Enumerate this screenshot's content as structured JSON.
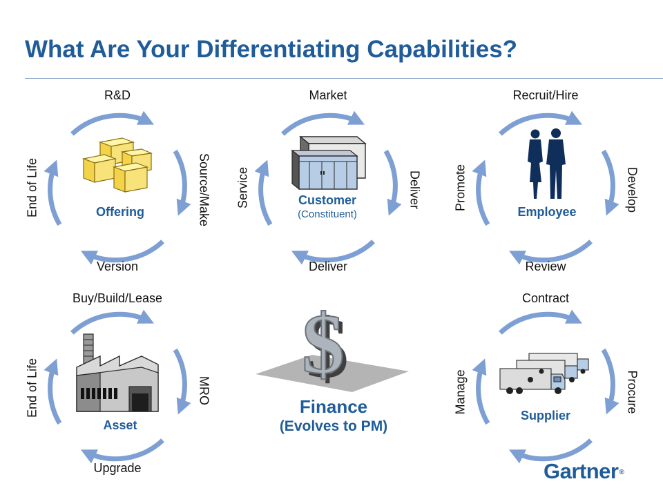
{
  "title": "What Are Your Differentiating Capabilities?",
  "colors": {
    "title": "#1f5c99",
    "ring": "#7e9fd3",
    "label": "#111111"
  },
  "cycles": {
    "offering": {
      "center": "Offering",
      "top": "R&D",
      "right": "Source/Make",
      "bottom": "Version",
      "left": "End of Life",
      "icon": "boxes-icon"
    },
    "customer": {
      "center": "Customer",
      "subtitle": "(Constituent)",
      "top": "Market",
      "right": "Deliver",
      "bottom": "Deliver",
      "left": "Service",
      "icon": "building-icon"
    },
    "employee": {
      "center": "Employee",
      "top": "Recruit/Hire",
      "right": "Develop",
      "bottom": "Review",
      "left": "Promote",
      "icon": "people-icon"
    },
    "asset": {
      "center": "Asset",
      "top": "Buy/Build/Lease",
      "right": "MRO",
      "bottom": "Upgrade",
      "left": "End of Life",
      "icon": "factory-icon"
    },
    "supplier": {
      "center": "Supplier",
      "top": "Contract",
      "right": "Procure",
      "left": "Manage",
      "icon": "trucks-icon"
    }
  },
  "finance": {
    "title": "Finance",
    "subtitle": "(Evolves to PM)",
    "icon": "dollar-icon"
  },
  "logo": {
    "text": "Gartner",
    "mark": "®"
  }
}
